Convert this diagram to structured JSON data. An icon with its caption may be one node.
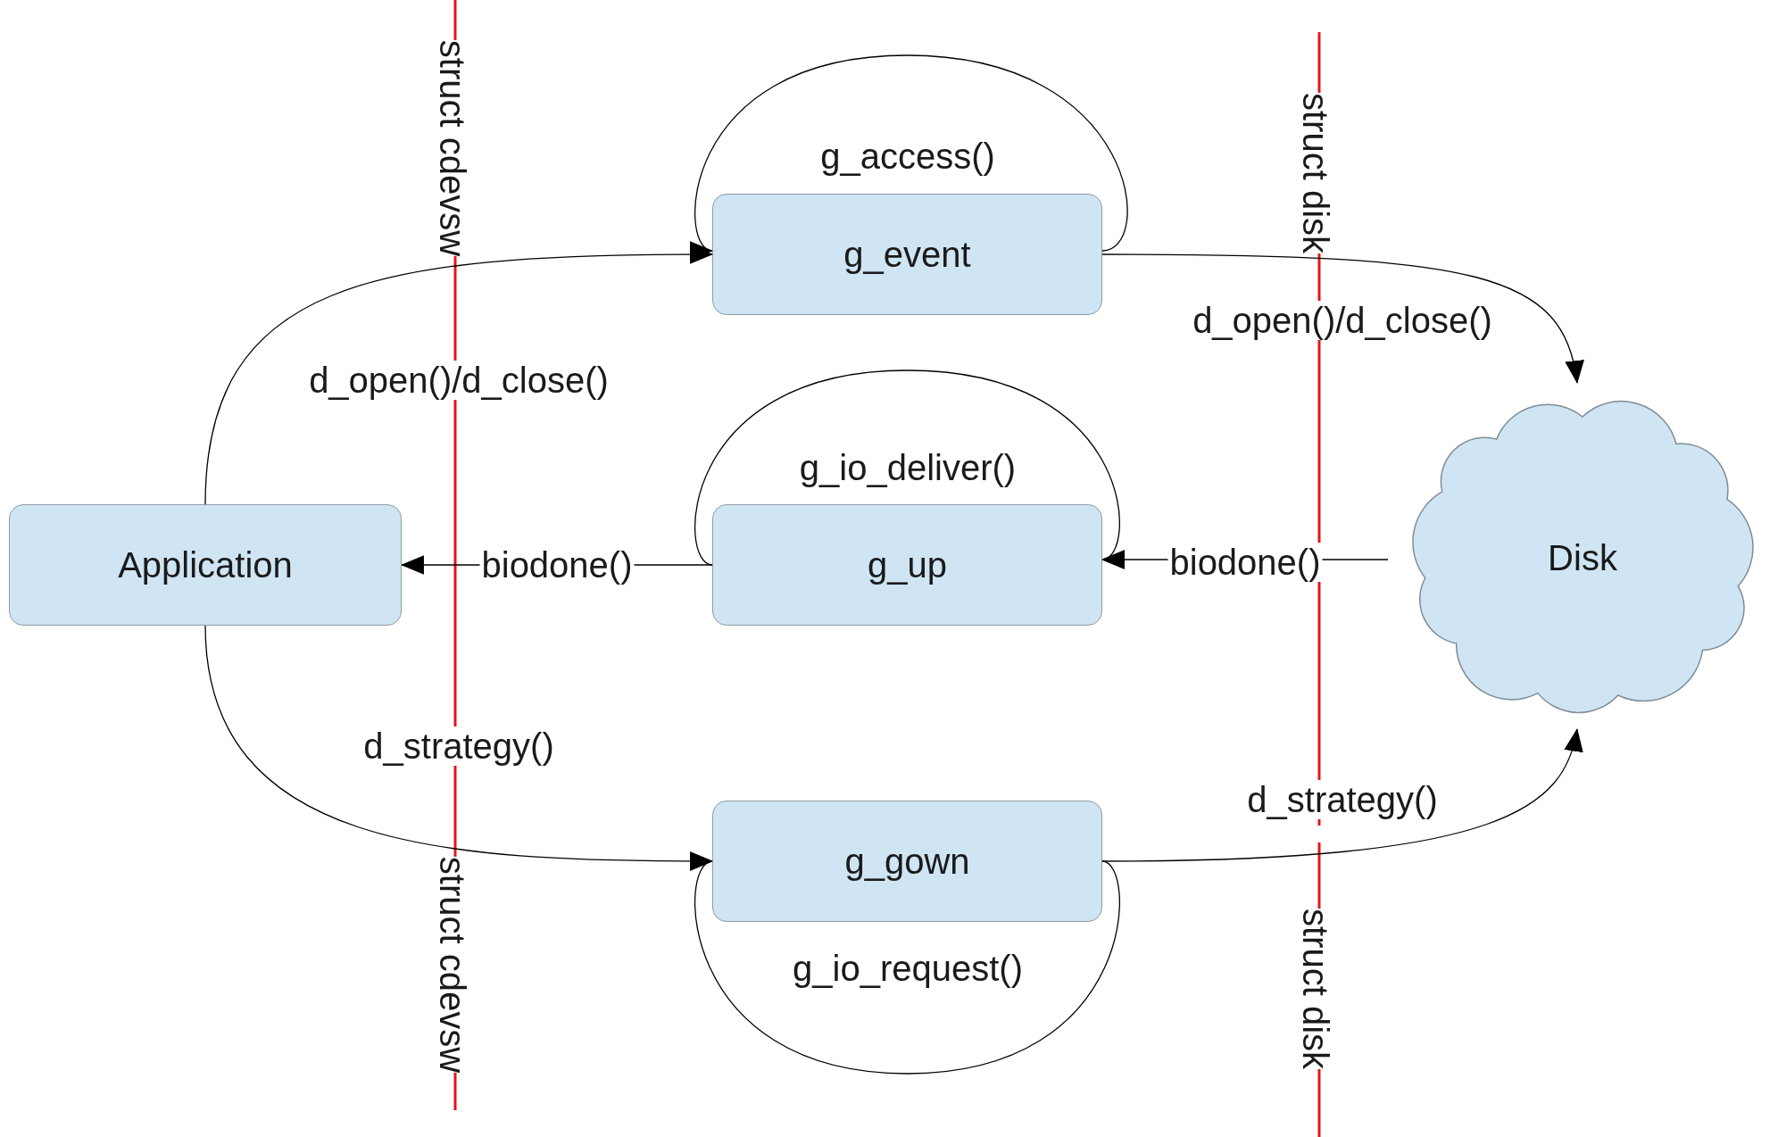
{
  "diagram": {
    "nodes": [
      {
        "text": [
          "g_event"
        ]
      },
      {
        "text": [
          "Application"
        ]
      },
      {
        "text": [
          "g_up"
        ]
      },
      {
        "text": [
          "Disk"
        ]
      },
      {
        "text": [
          "g_gown"
        ]
      }
    ],
    "edges": [
      {
        "from": 1,
        "to": 0,
        "arrow": "to",
        "label": "d_open()/d_close()"
      },
      {
        "from": 0,
        "to": 0,
        "arrow": "to",
        "label": "g_access()"
      },
      {
        "from": 0,
        "to": 3,
        "arrow": "to",
        "label": "d_open()/d_close()"
      },
      {
        "from": 3,
        "to": 2,
        "arrow": "to",
        "label": "biodone()"
      },
      {
        "from": 2,
        "to": 2,
        "arrow": "to",
        "label": "g_io_deliver()"
      },
      {
        "from": 2,
        "to": 1,
        "arrow": "to",
        "label": "biodone()"
      },
      {
        "from": 1,
        "to": 4,
        "arrow": "to",
        "label": "d_strategy()"
      },
      {
        "from": 4,
        "to": 4,
        "arrow": "to",
        "label": "g_io_request()"
      },
      {
        "from": 4,
        "to": 3,
        "arrow": "to",
        "label": "d_strategy()"
      }
    ],
    "labels": [
      "struct cdevsw",
      "struct disk",
      "struct cdevsw",
      "struct disk"
    ]
  }
}
